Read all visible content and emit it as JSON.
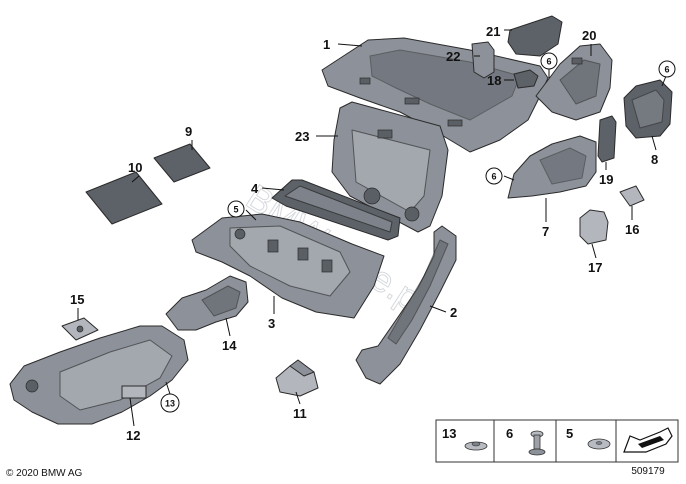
{
  "diagram": {
    "watermark": "BMWstore.pl",
    "copyright": "© 2020 BMW AG",
    "diagram_number": "509179",
    "parts": [
      {
        "id": "p1",
        "label": "1"
      },
      {
        "id": "p2",
        "label": "2"
      },
      {
        "id": "p3",
        "label": "3"
      },
      {
        "id": "p4",
        "label": "4"
      },
      {
        "id": "p7",
        "label": "7"
      },
      {
        "id": "p8",
        "label": "8"
      },
      {
        "id": "p9",
        "label": "9"
      },
      {
        "id": "p10",
        "label": "10"
      },
      {
        "id": "p11",
        "label": "11"
      },
      {
        "id": "p12",
        "label": "12"
      },
      {
        "id": "p14",
        "label": "14"
      },
      {
        "id": "p15",
        "label": "15"
      },
      {
        "id": "p16",
        "label": "16"
      },
      {
        "id": "p17",
        "label": "17"
      },
      {
        "id": "p18",
        "label": "18"
      },
      {
        "id": "p19",
        "label": "19"
      },
      {
        "id": "p20",
        "label": "20"
      },
      {
        "id": "p21",
        "label": "21"
      },
      {
        "id": "p22",
        "label": "22"
      },
      {
        "id": "p23",
        "label": "23"
      }
    ],
    "callouts": {
      "c5": "5",
      "c6": "6",
      "c13": "13"
    },
    "legend": {
      "item13": "13",
      "item6": "6",
      "item5": "5"
    }
  }
}
